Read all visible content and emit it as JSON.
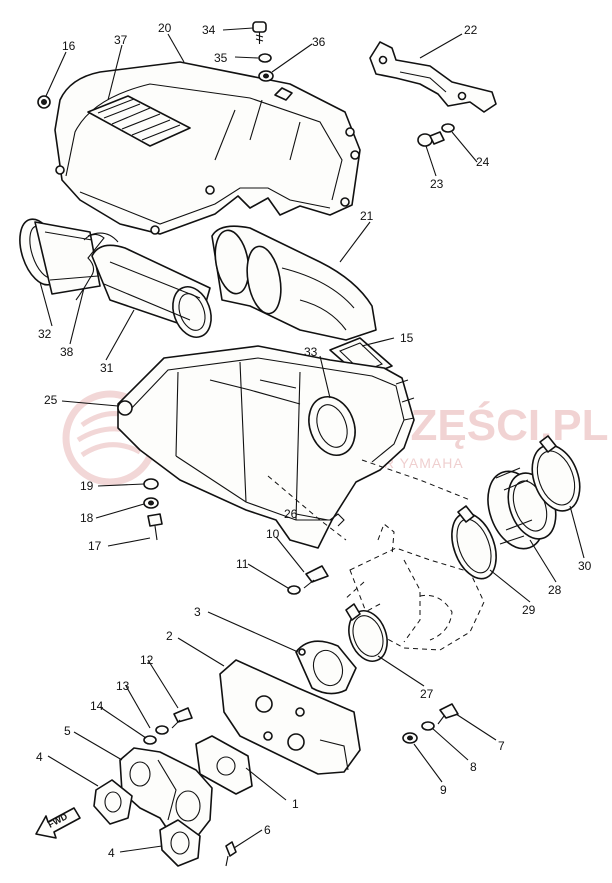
{
  "diagram": {
    "callouts": [
      "1",
      "2",
      "3",
      "4",
      "4",
      "5",
      "6",
      "7",
      "8",
      "9",
      "10",
      "11",
      "12",
      "13",
      "14",
      "15",
      "16",
      "17",
      "18",
      "19",
      "20",
      "21",
      "22",
      "23",
      "24",
      "25",
      "26",
      "27",
      "28",
      "29",
      "30",
      "31",
      "32",
      "33",
      "34",
      "35",
      "36",
      "37",
      "38"
    ],
    "watermark": {
      "brand": "YAMAHA-CZĘŚCI.PL",
      "tagline": "WRELIECHOWY DEALER YAMAHA"
    },
    "direction_label": "FWD",
    "colors": {
      "ink": "#111111",
      "watermark": "#e6b0b0"
    }
  }
}
